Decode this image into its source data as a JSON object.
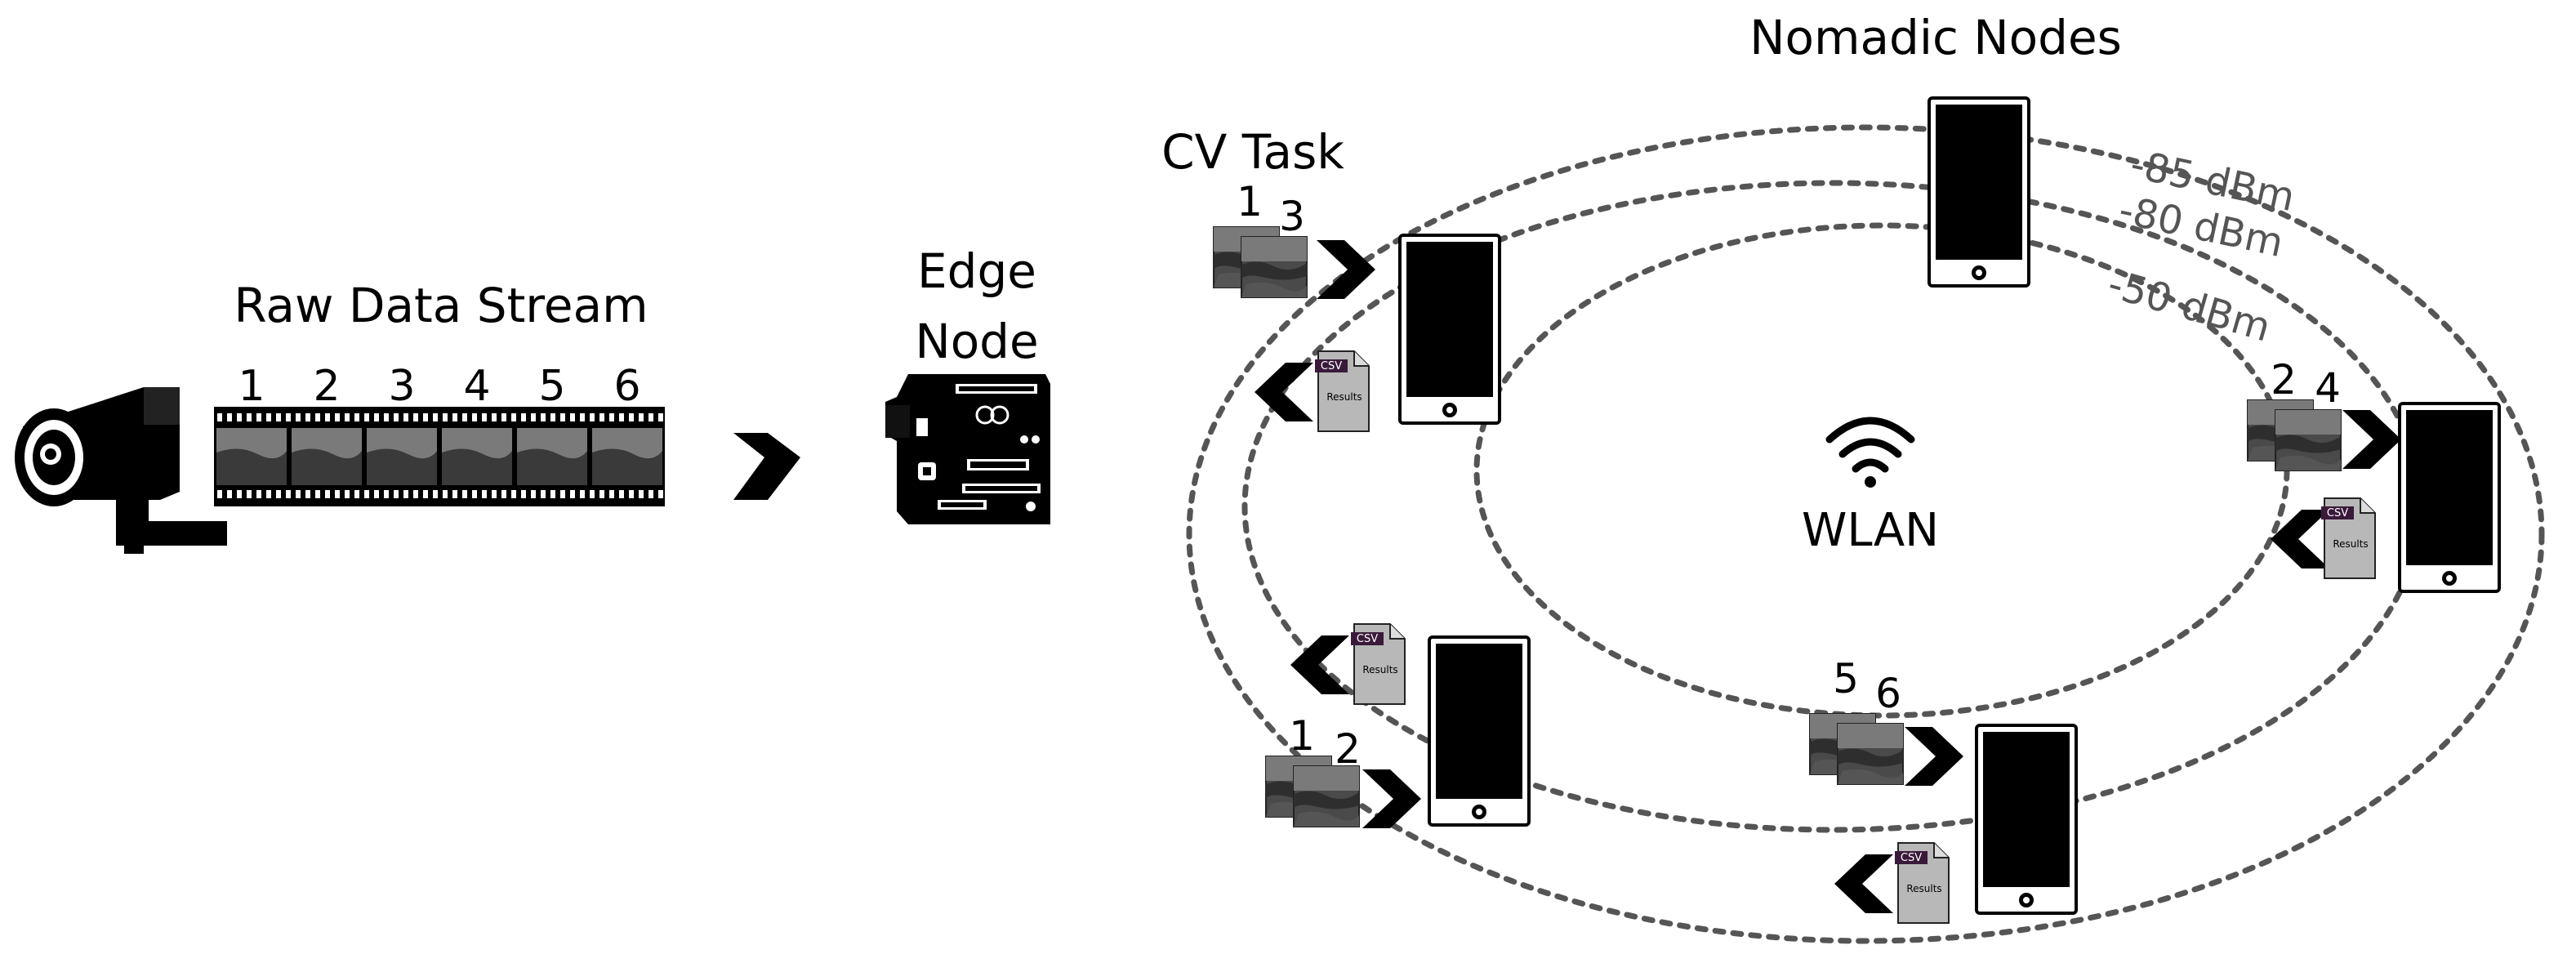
{
  "title": "Nomadic Nodes",
  "labels": {
    "raw_stream": "Raw Data Stream",
    "edge_line1": "Edge",
    "edge_line2": "Node",
    "cv_task": "CV Task",
    "wlan": "WLAN"
  },
  "frame_numbers": [
    "1",
    "2",
    "3",
    "4",
    "5",
    "6"
  ],
  "signal_rings": [
    "-85 dBm",
    "-80 dBm",
    "-50 dBm"
  ],
  "results_badge": "CSV",
  "results_label": "Results",
  "devices": [
    {
      "task_numbers": [
        "1",
        "3"
      ]
    },
    {
      "task_numbers": [
        "2",
        "4"
      ]
    },
    {
      "task_numbers": [
        "1",
        "2"
      ]
    },
    {
      "task_numbers": [
        "5",
        "6"
      ]
    }
  ],
  "colors": {
    "ink": "#000000",
    "ring": "#555555",
    "ring_label": "#555555",
    "frame_sky": "#7a7a7a",
    "frame_land": "#3a3a3a",
    "doc_fill": "#b8b8b8",
    "csv_badge": "#3a1a3a"
  },
  "icons": [
    "security-camera-icon",
    "film-strip-icon",
    "arduino-board-icon",
    "smartphone-icon",
    "wifi-icon",
    "csv-document-icon",
    "chevron-right-icon",
    "chevron-left-icon"
  ]
}
